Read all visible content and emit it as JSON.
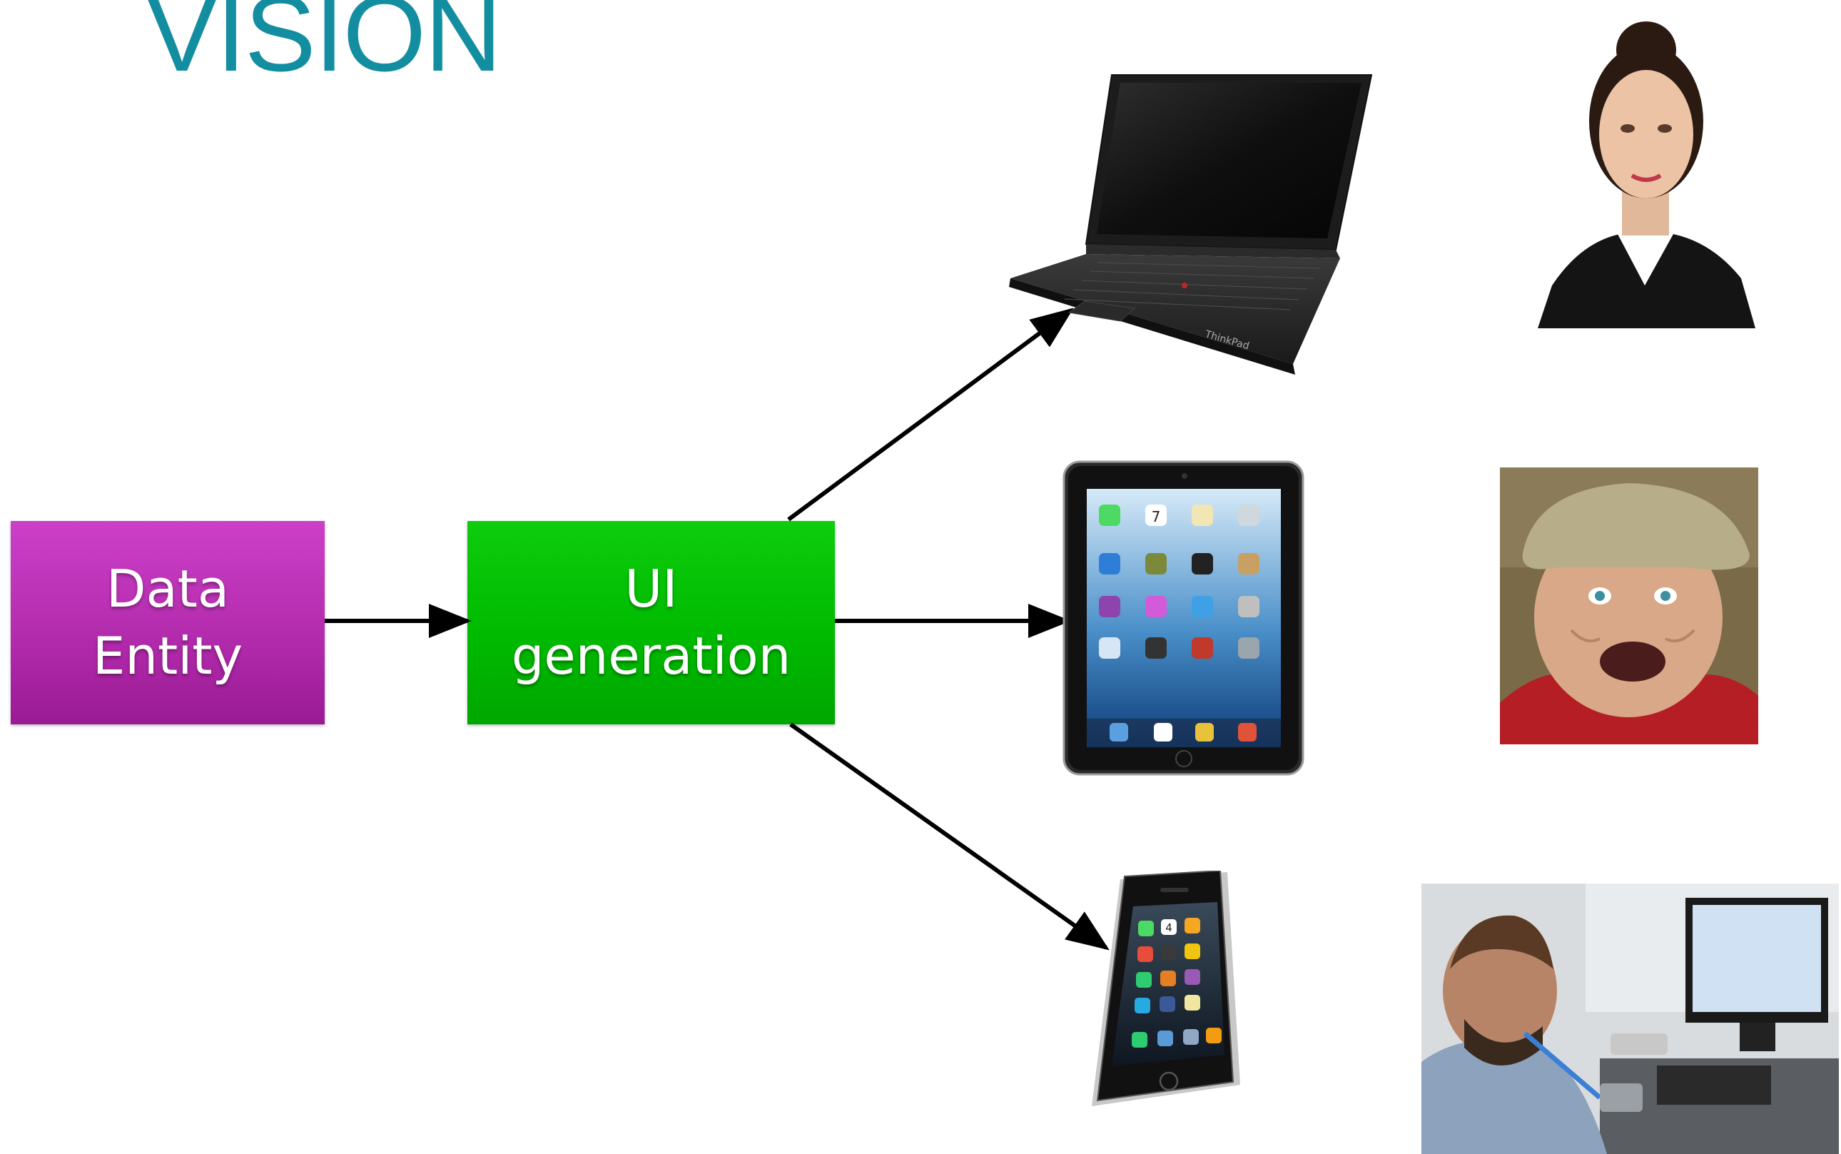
{
  "title": "VISION",
  "colors": {
    "title": "#138ea1",
    "data_entity": "#b42cae",
    "ui_generation": "#00bb00",
    "arrow": "#000000"
  },
  "boxes": {
    "data_entity": {
      "line1": "Data",
      "line2": "Entity"
    },
    "ui_generation": {
      "line1": "UI",
      "line2": "generation"
    }
  },
  "laptop": {
    "brand": "ThinkPad"
  },
  "phone": {
    "calendar_date": "4"
  },
  "tablet": {
    "calendar_date": "7"
  }
}
